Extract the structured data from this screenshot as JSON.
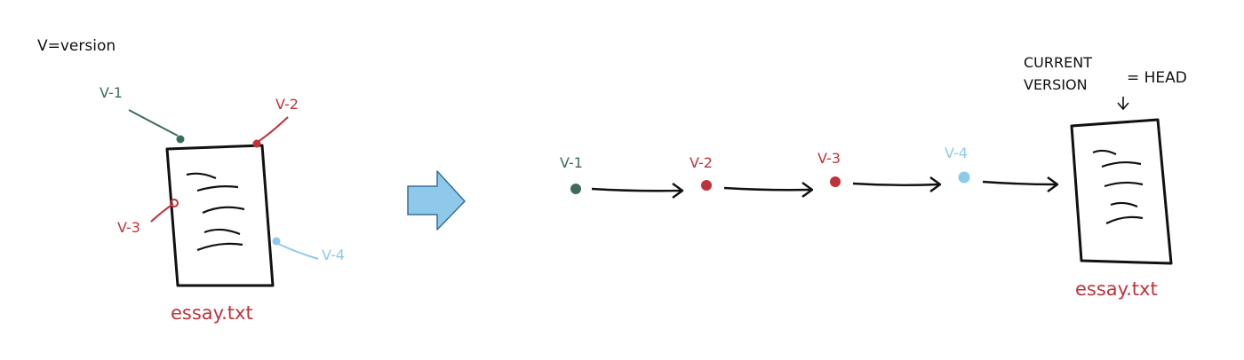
{
  "legend": {
    "text": "V=version"
  },
  "left_file": {
    "filename": "essay.txt",
    "versions": [
      {
        "label": "V-1",
        "color": "#3f6b5e"
      },
      {
        "label": "V-2",
        "color": "#c0323a"
      },
      {
        "label": "V-3",
        "color": "#c0323a"
      },
      {
        "label": "V-4",
        "color": "#8ec9ec"
      }
    ]
  },
  "arrow": {
    "fill": "#8ec9ec",
    "stroke": "#3b6f95"
  },
  "timeline": {
    "versions": [
      {
        "label": "V-1",
        "color": "#3f6b5e"
      },
      {
        "label": "V-2",
        "color": "#c0323a"
      },
      {
        "label": "V-3",
        "color": "#c0323a"
      },
      {
        "label": "V-4",
        "color": "#8ec9ec"
      }
    ]
  },
  "right_file": {
    "filename": "essay.txt",
    "annotation_line1": "CURRENT",
    "annotation_line2": "VERSION",
    "equals_head": "= HEAD"
  },
  "colors": {
    "ink": "#111111",
    "red": "#c0323a",
    "dark_green": "#3f6b5e",
    "light_blue": "#8ec9ec"
  }
}
